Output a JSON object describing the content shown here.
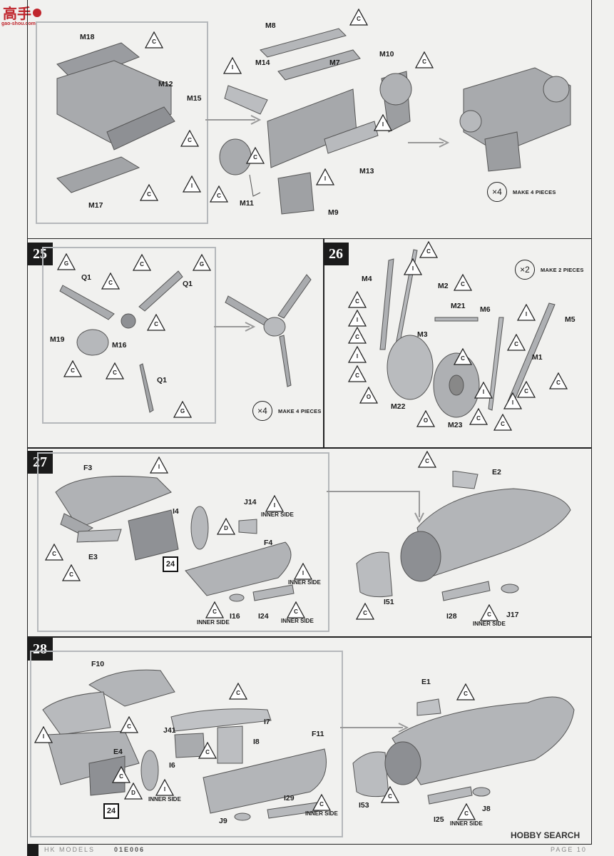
{
  "header": {
    "watermark_text": "gao-shou.com"
  },
  "step24": {
    "labels": {
      "m18": "M18",
      "m12": "M12",
      "m15": "M15",
      "m17": "M17",
      "m8": "M8",
      "m14": "M14",
      "m7": "M7",
      "m10": "M10",
      "m13": "M13",
      "m11": "M11",
      "m9": "M9"
    },
    "multiplier": {
      "symbol": "×4",
      "text": "MAKE 4 PIECES"
    }
  },
  "step25": {
    "number": "25",
    "labels": {
      "q1a": "Q1",
      "q1b": "Q1",
      "q1c": "Q1",
      "m19": "M19",
      "m16": "M16"
    },
    "multiplier": {
      "symbol": "×4",
      "text": "MAKE 4 PIECES"
    }
  },
  "step26": {
    "number": "26",
    "labels": {
      "m4": "M4",
      "m2": "M2",
      "m21": "M21",
      "m6": "M6",
      "m5": "M5",
      "m3": "M3",
      "m1": "M1",
      "m22": "M22",
      "m23": "M23"
    },
    "multiplier": {
      "symbol": "×2",
      "text": "MAKE 2 PIECES"
    }
  },
  "step27": {
    "number": "27",
    "labels": {
      "f3": "F3",
      "i4": "I4",
      "j14": "J14",
      "f4": "F4",
      "e3": "E3",
      "i16": "I16",
      "i24": "I24",
      "e2": "E2",
      "i51": "I51",
      "i28": "I28",
      "j17": "J17"
    },
    "inner_side": "INNER SIDE",
    "ref_step": "24"
  },
  "step28": {
    "number": "28",
    "labels": {
      "f10": "F10",
      "i7": "I7",
      "i8": "I8",
      "j41": "J41",
      "f11": "F11",
      "e4": "E4",
      "i6": "I6",
      "i29": "I29",
      "j9": "J9",
      "e1": "E1",
      "i53": "I53",
      "i25": "I25",
      "j8": "J8"
    },
    "inner_side": "INNER SIDE",
    "ref_step": "24"
  },
  "symbols": {
    "c": "C",
    "i": "I",
    "g": "G",
    "d": "D",
    "o": "O"
  },
  "footer": {
    "brand": "HK MODELS",
    "code": "01E006",
    "page": "PAGE 10",
    "watermark": "HOBBY SEARCH"
  }
}
